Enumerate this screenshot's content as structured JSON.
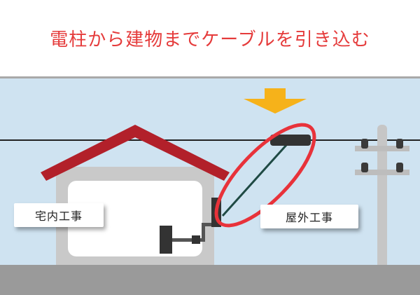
{
  "title": "電柱から建物までケーブルを引き込む",
  "labels": {
    "indoor": "宅内工事",
    "outdoor": "屋外工事"
  },
  "colors": {
    "title_text": "#e53b3b",
    "sky": "#cfe3f1",
    "ground": "#9a9a9a",
    "roof": "#b2202a",
    "house_wall": "#c9c9c9",
    "highlight_ellipse": "#e8323a",
    "arrow": "#f6b21a",
    "pole": "#c6c6c6",
    "equipment": "#333333",
    "cable": "#1f4a44"
  }
}
